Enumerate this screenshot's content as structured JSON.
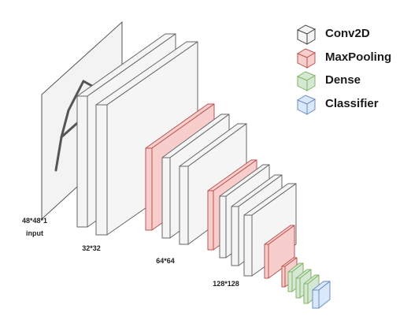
{
  "legend": {
    "items": [
      {
        "label": "Conv2D",
        "fill": "#f5f5f5",
        "stroke": "#666666"
      },
      {
        "label": "MaxPooling",
        "fill": "#f8cecc",
        "stroke": "#b85450"
      },
      {
        "label": "Dense",
        "fill": "#d5e8d4",
        "stroke": "#82b366"
      },
      {
        "label": "Classifier",
        "fill": "#dae8fc",
        "stroke": "#6c8ebf"
      }
    ]
  },
  "labels": {
    "input_dims": "48*48*1",
    "input_name": "input",
    "block1": "32*32",
    "block2": "64*64",
    "block3": "128*128"
  },
  "colors": {
    "conv_fill": "#f5f5f5",
    "conv_stroke": "#666666",
    "pool_fill": "#f8cecc",
    "pool_stroke": "#b85450",
    "dense_fill": "#d5e8d4",
    "dense_stroke": "#82b366",
    "classifier_fill": "#dae8fc",
    "classifier_stroke": "#6c8ebf",
    "input_stroke": "#555555",
    "digit_stroke": "#555555"
  }
}
